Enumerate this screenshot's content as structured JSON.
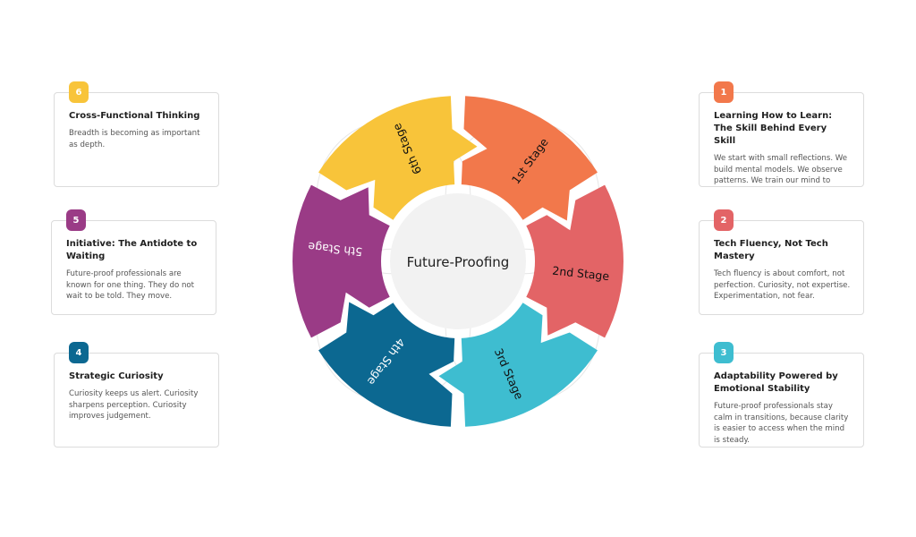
{
  "diagram": {
    "center_label": "Future-Proofing",
    "stages": [
      {
        "label": "1st Stage",
        "color": "#f2784b"
      },
      {
        "label": "2nd Stage",
        "color": "#e36466"
      },
      {
        "label": "3rd Stage",
        "color": "#3ebdd0"
      },
      {
        "label": "4th Stage",
        "color": "#0c6891"
      },
      {
        "label": "5th Stage",
        "color": "#9a3b86"
      },
      {
        "label": "6th Stage",
        "color": "#f8c43a"
      }
    ]
  },
  "cards": [
    {
      "number": "1",
      "color": "#f2784b",
      "title": "Learning How to Learn: The Skill Behind Every Skill",
      "body": "We start with small reflections. We build mental models. We observe patterns. We train our mind to adapt faster."
    },
    {
      "number": "2",
      "color": "#e36466",
      "title": "Tech Fluency, Not Tech Mastery",
      "body": "Tech fluency is about comfort, not perfection. Curiosity, not expertise. Experimentation, not fear."
    },
    {
      "number": "3",
      "color": "#3ebdd0",
      "title": "Adaptability Powered by Emotional Stability",
      "body": "Future-proof professionals stay calm in transitions, because clarity is easier to access when the mind is steady."
    },
    {
      "number": "4",
      "color": "#0c6891",
      "title": "Strategic Curiosity",
      "body": "Curiosity keeps us alert. Curiosity sharpens perception. Curiosity improves judgement."
    },
    {
      "number": "5",
      "color": "#9a3b86",
      "title": "Initiative: The Antidote to Waiting",
      "body": "Future-proof professionals are known for one thing. They do not wait to be told. They move."
    },
    {
      "number": "6",
      "color": "#f8c43a",
      "title": "Cross-Functional Thinking",
      "body": "Breadth is becoming as important as depth."
    }
  ]
}
